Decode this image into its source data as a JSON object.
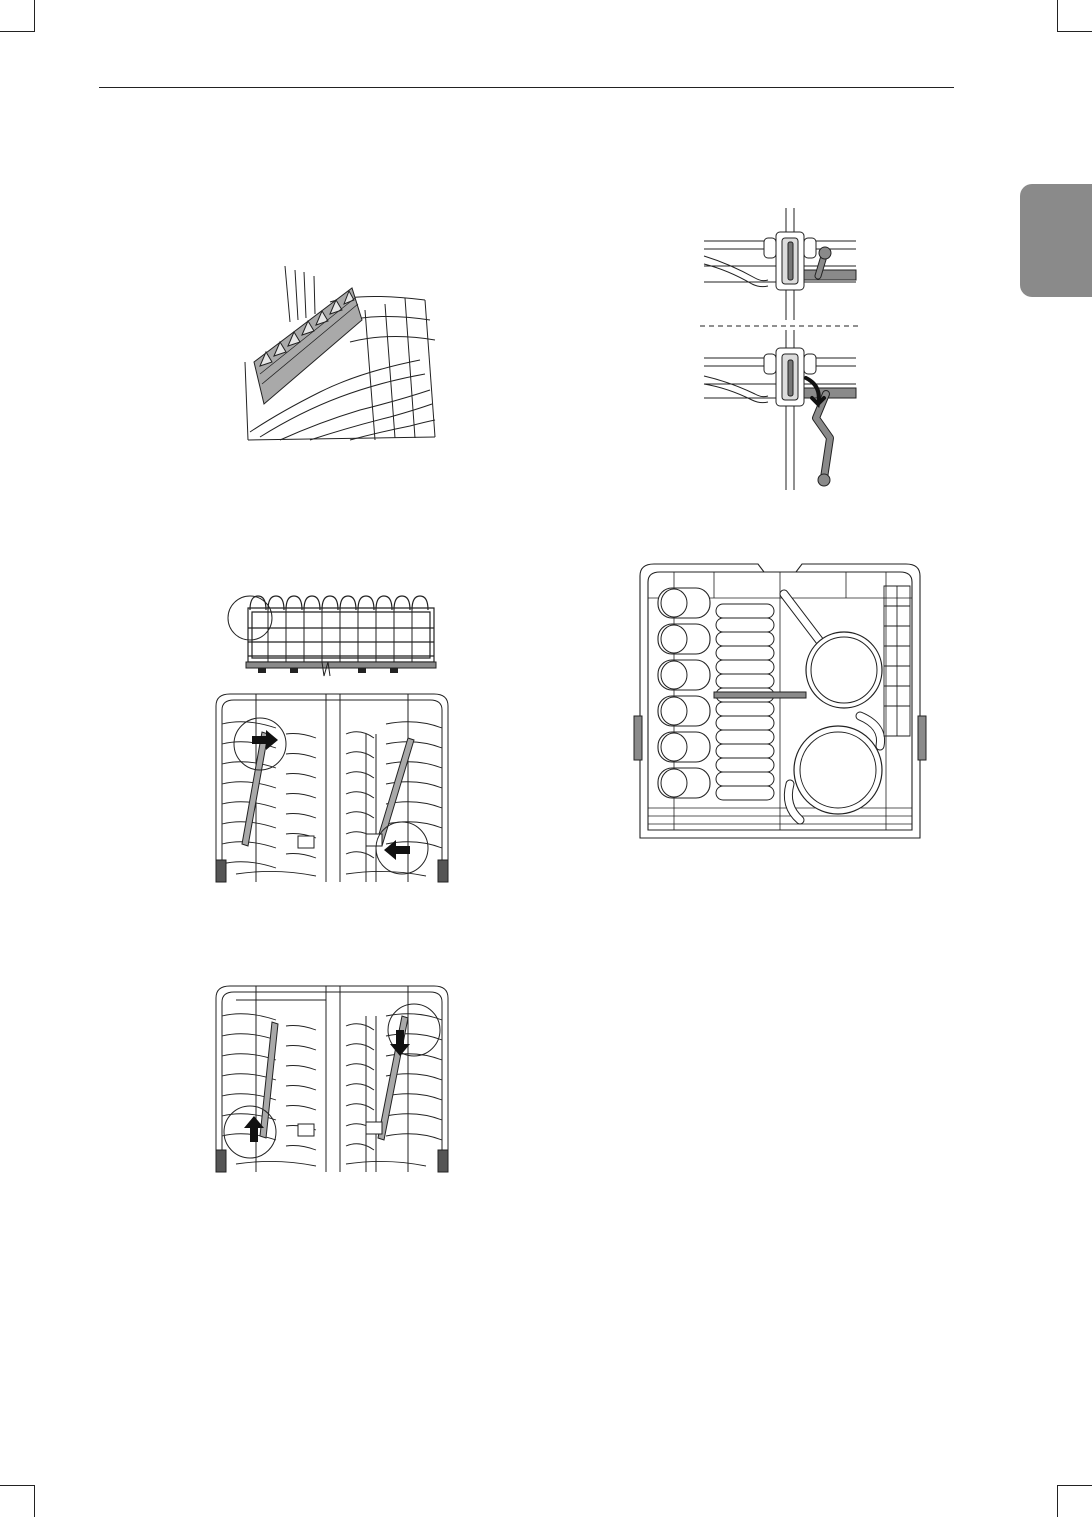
{
  "document": {
    "type": "dishwasher manual page",
    "text_content": [],
    "colors": {
      "ink": "#222222",
      "tab_gray": "#8a8a8a",
      "tine_fill": "#a9a9a9",
      "arrow_fill": "#111111",
      "handle_fill": "#777777"
    }
  },
  "figures": [
    {
      "id": "tine-row-insert",
      "icon": "rack-tine-row-illustration"
    },
    {
      "id": "rack-latch-lever",
      "icon": "latch-lever-illustration"
    },
    {
      "id": "tine-row-front-view",
      "icon": "tine-row-front-illustration"
    },
    {
      "id": "tines-folded-position",
      "icon": "rack-tines-folded-illustration"
    },
    {
      "id": "loaded-lower-rack",
      "icon": "loaded-rack-illustration"
    },
    {
      "id": "tines-upright-position",
      "icon": "rack-tines-upright-illustration"
    }
  ]
}
